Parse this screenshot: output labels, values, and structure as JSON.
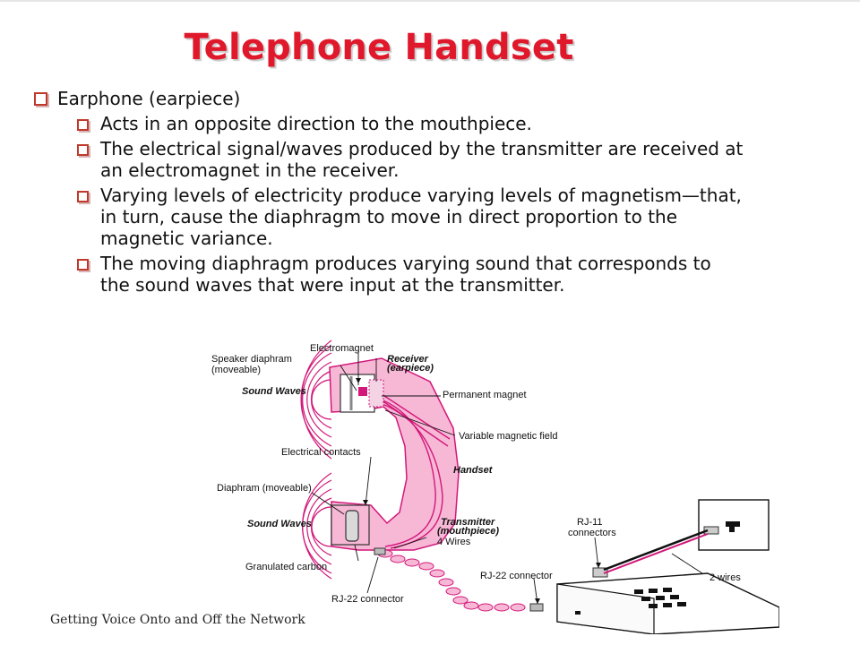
{
  "slide": {
    "title": "Telephone Handset",
    "bullet": "Earphone (earpiece)",
    "sub_bullets": [
      "Acts in an opposite direction to the mouthpiece.",
      "The electrical signal/waves produced by the transmitter are received at an electromagnet in the receiver.",
      "Varying levels of electricity produce varying levels of magnetism—that, in turn, cause the diaphragm to move in direct proportion to the magnetic variance.",
      "The moving diaphragm produces varying sound that corresponds to the sound waves that were input at the transmitter."
    ],
    "footer": "Getting Voice Onto and Off the Network"
  },
  "diagram": {
    "labels": {
      "electromagnet": "Electromagnet",
      "speaker_diaphram_1": "Speaker diaphram",
      "speaker_diaphram_2": "(moveable)",
      "receiver_1": "Receiver",
      "receiver_2": "(earpiece)",
      "sound_waves_top": "Sound Waves",
      "permanent_magnet": "Permanent magnet",
      "variable_field": "Variable magnetic field",
      "electrical_contacts": "Electrical contacts",
      "handset": "Handset",
      "diaphram_moveable": "Diaphram (moveable)",
      "sound_waves_bottom": "Sound Waves",
      "transmitter_1": "Transmitter",
      "transmitter_2": "(mouthpiece)",
      "four_wires": "4 Wires",
      "granulated_carbon": "Granulated carbon",
      "rj11_1": "RJ-11",
      "rj11_2": "connectors",
      "rj22_right": "RJ-22 connector",
      "two_wires": "2 wires",
      "rj22_bottom": "RJ-22 connector"
    }
  },
  "colors": {
    "title": "#e0182c",
    "bullet_box": "#c0392b",
    "handset_fill": "#f7b8d6",
    "handset_line": "#d2187a"
  }
}
